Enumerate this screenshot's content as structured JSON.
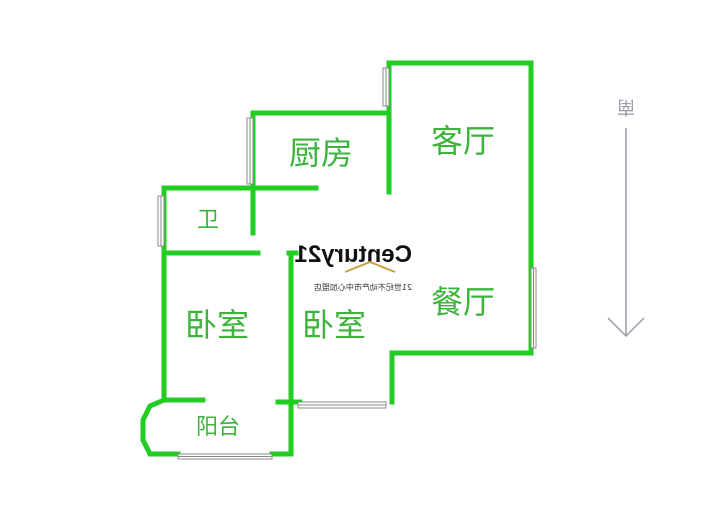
{
  "rooms": {
    "living_room": "客厅",
    "kitchen": "厨房",
    "bathroom": "卫",
    "dining_room": "餐厅",
    "bedroom_left": "卧室",
    "bedroom_right": "卧室",
    "balcony": "阳台"
  },
  "compass": {
    "direction_label": "南"
  },
  "watermark": {
    "brand": "Century21",
    "subtitle": "21世纪不动产市中心加盟店"
  },
  "colors": {
    "wall": "#22cc22",
    "label": "#3cb43c",
    "compass": "#9999aa"
  }
}
